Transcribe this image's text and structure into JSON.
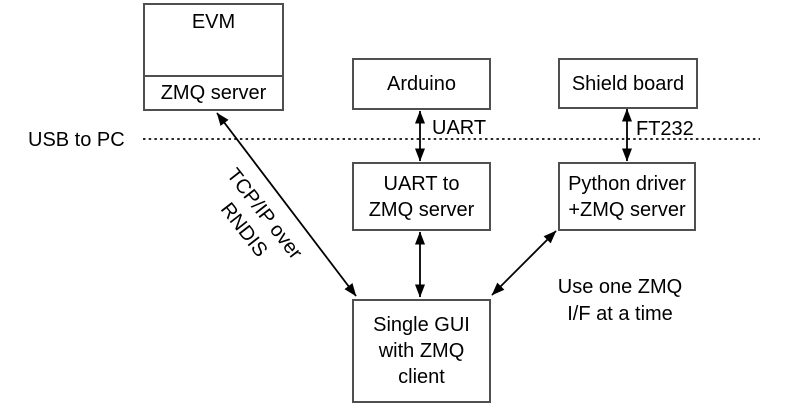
{
  "diagram": {
    "boxes": {
      "evm": {
        "title": "EVM",
        "compartment": "ZMQ server"
      },
      "arduino": {
        "label": "Arduino"
      },
      "shield": {
        "label": "Shield board"
      },
      "uart_zmq": {
        "line1": "UART to",
        "line2": "ZMQ server"
      },
      "python_driver": {
        "line1": "Python driver",
        "line2": "+ZMQ server"
      },
      "gui": {
        "line1": "Single GUI",
        "line2": "with ZMQ",
        "line3": "client"
      }
    },
    "labels": {
      "usb_to_pc": "USB to PC",
      "uart": "UART",
      "ft232": "FT232",
      "tcpip_line1": "TCP/IP over",
      "tcpip_line2": "RNDIS",
      "note_line1": "Use one ZMQ",
      "note_line2": "I/F at a time"
    },
    "colors": {
      "background": "#ffffff",
      "box_border": "#4f4f4f",
      "arrow": "#000000",
      "text": "#000000"
    }
  }
}
